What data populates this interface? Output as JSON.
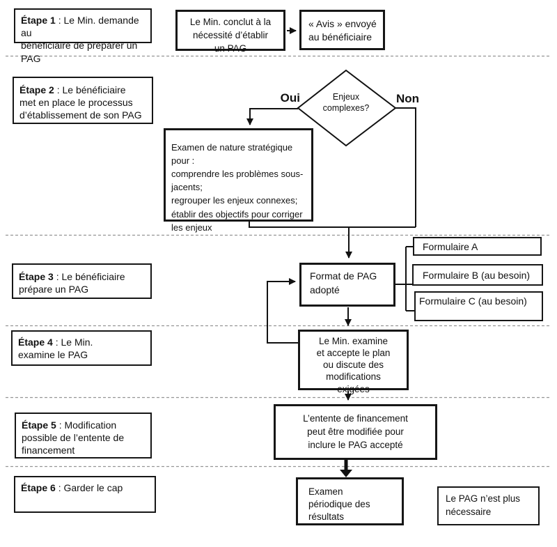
{
  "steps": [
    {
      "prefix": "Étape 1",
      "rest": " : Le Min. demande au\nbénéficiaire de préparer un PAG"
    },
    {
      "prefix": "Étape 2",
      "rest": " : Le bénéficiaire\nmet en place le processus\nd’établissement de son PAG"
    },
    {
      "prefix": "Étape 3",
      "rest": " : Le bénéficiaire\nprépare un PAG"
    },
    {
      "prefix": "Étape 4",
      "rest": " : Le Min.\nexamine le PAG"
    },
    {
      "prefix": "Étape 5",
      "rest": " : Modification\npossible de l’entente de\nfinancement"
    },
    {
      "prefix": "Étape 6",
      "rest": " : Garder le cap"
    }
  ],
  "nodes": {
    "conclut": "Le Min. conclut à la\nnécessité d’établir\nun PAG",
    "avis": "« Avis » envoyé\nau bénéficiaire",
    "decision": "Enjeux\ncomplexes?",
    "oui": "Oui",
    "non": "Non",
    "examen_strategique": "Examen de nature stratégique\n pour :\ncomprendre les problèmes sous-\n jacents;\nregrouper les enjeux connexes;\nétablir des objectifs pour corriger\n les enjeux",
    "format": "Format de PAG\nadopté",
    "formulaire_a": "Formulaire A",
    "formulaire_b": "Formulaire B (au besoin)",
    "formulaire_c": "Formulaire C (au besoin)",
    "examine": "Le Min. examine\net accepte le plan\nou discute des\nmodifications\nexigées",
    "entente": "L’entente de financement\npeut être modifiée pour\ninclure le PAG accepté",
    "periodique": "Examen\npériodique des\nrésultats",
    "pas_necessaire": "Le PAG n’est plus\nnécessaire"
  },
  "colors": {
    "line": "#111111",
    "dashed": "#949494",
    "box_fill": "#ffffff"
  }
}
